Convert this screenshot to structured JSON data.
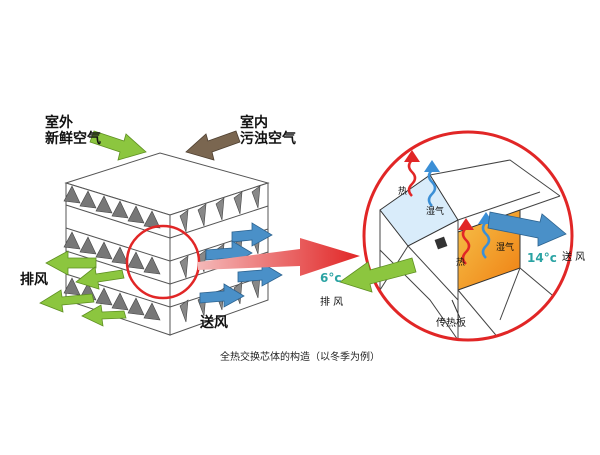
{
  "labels": {
    "outdoor_fresh_air": "室外\n新鲜空气",
    "indoor_dirty_air": "室内\n污浊空气",
    "exhaust": "排风",
    "supply": "送风",
    "heat_left": "热",
    "moisture_left": "湿气",
    "heat_right": "热",
    "moisture_right": "湿气",
    "temp_exhaust": "6°c",
    "temp_supply": "14°c",
    "exhaust_small": "排 风",
    "supply_small": "送 风",
    "plate": "传热板",
    "caption": "全热交换芯体的构造（以冬季为例）"
  },
  "colors": {
    "fresh_arrow": "#8cc63f",
    "dirty_arrow": "#7a6650",
    "supply_arrow": "#4a90c8",
    "callout_red": "#e12626",
    "cold_panel": "#d9ecfa",
    "warm_panel": "#f29a1c"
  }
}
